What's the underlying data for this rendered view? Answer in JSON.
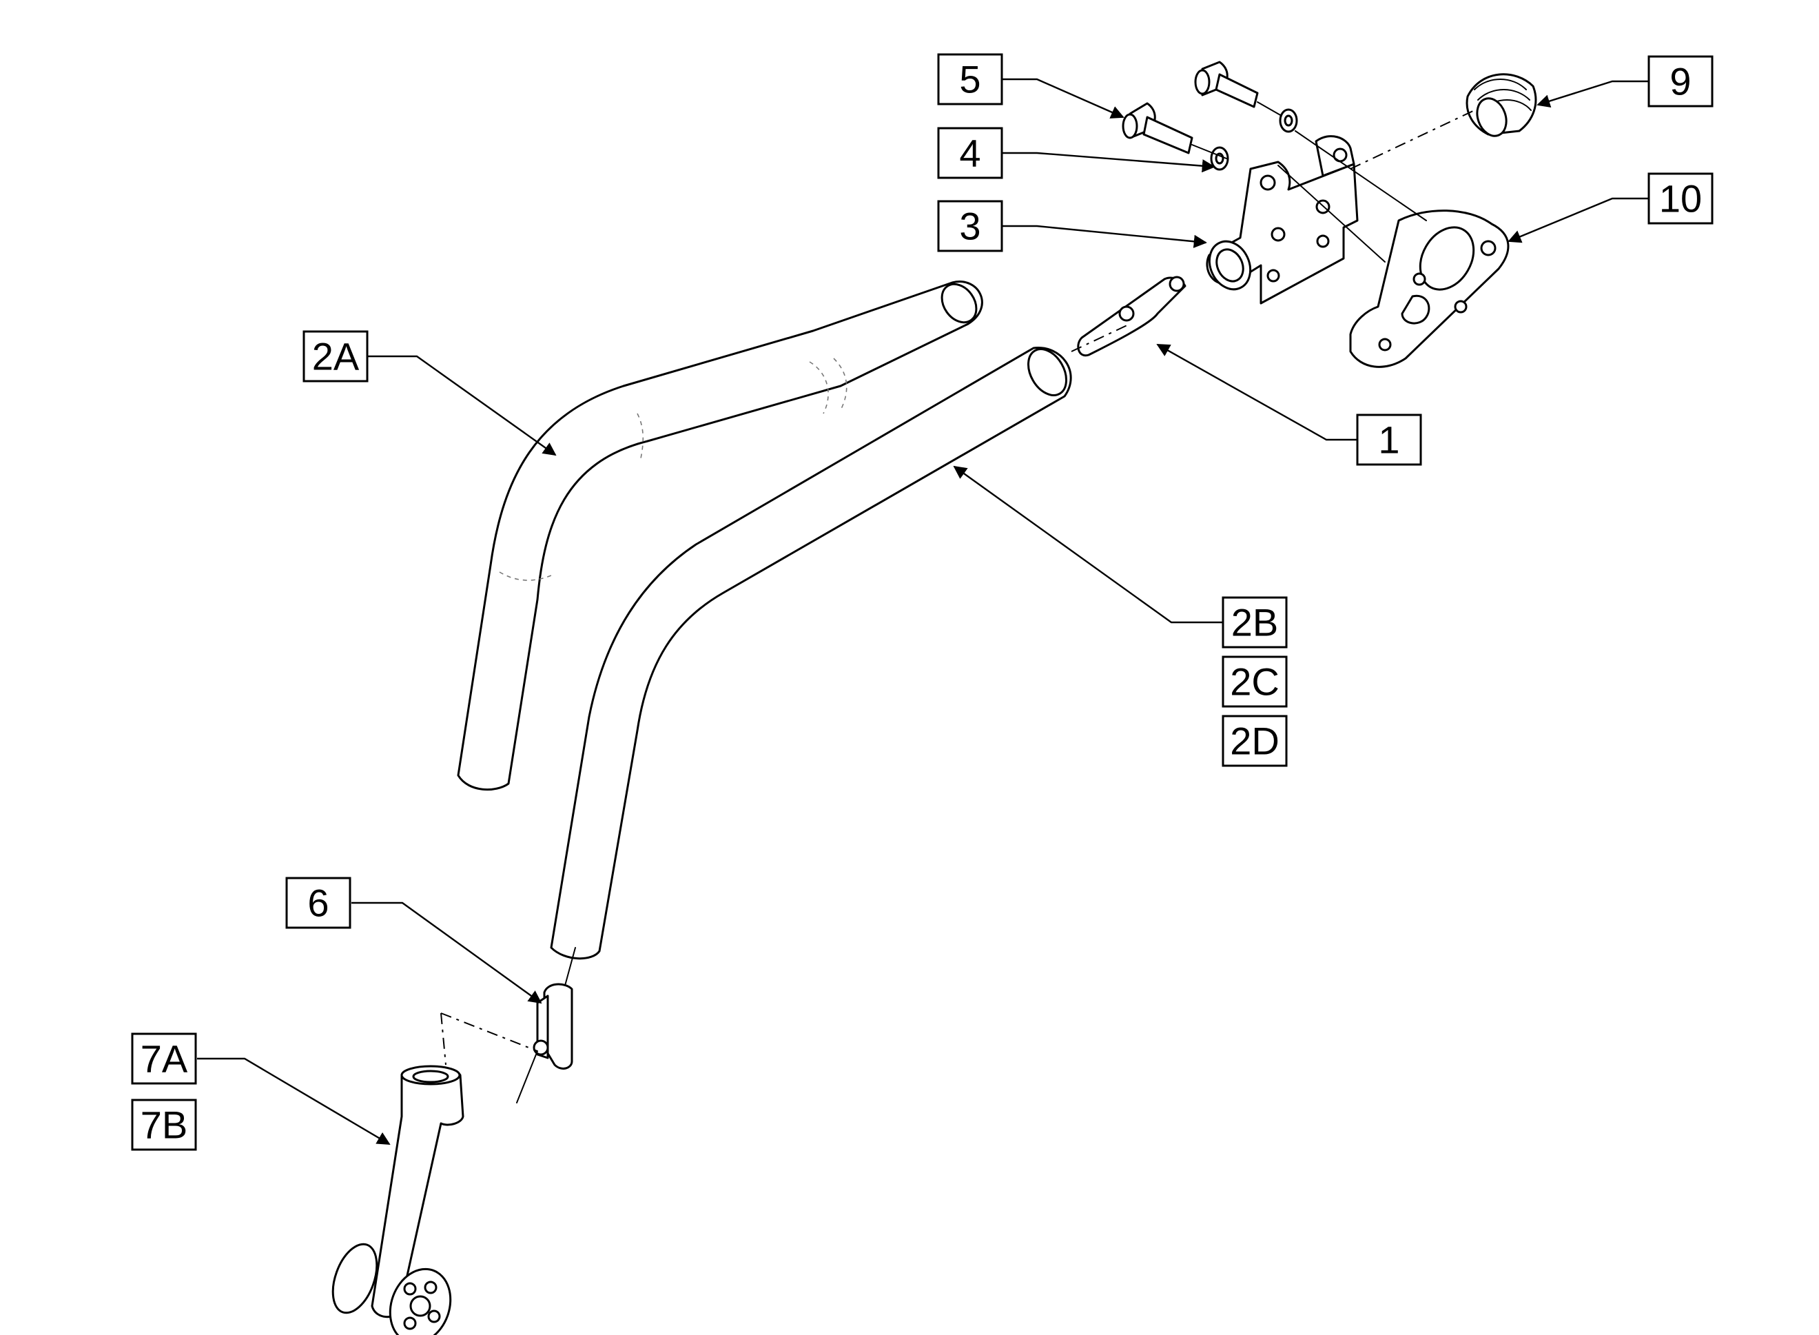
{
  "callouts": {
    "c5": "5",
    "c4": "4",
    "c3": "3",
    "c9": "9",
    "c10": "10",
    "c2a": "2A",
    "c1": "1",
    "c2b": "2B",
    "c2c": "2C",
    "c2d": "2D",
    "c6": "6",
    "c7a": "7A",
    "c7b": "7B"
  }
}
